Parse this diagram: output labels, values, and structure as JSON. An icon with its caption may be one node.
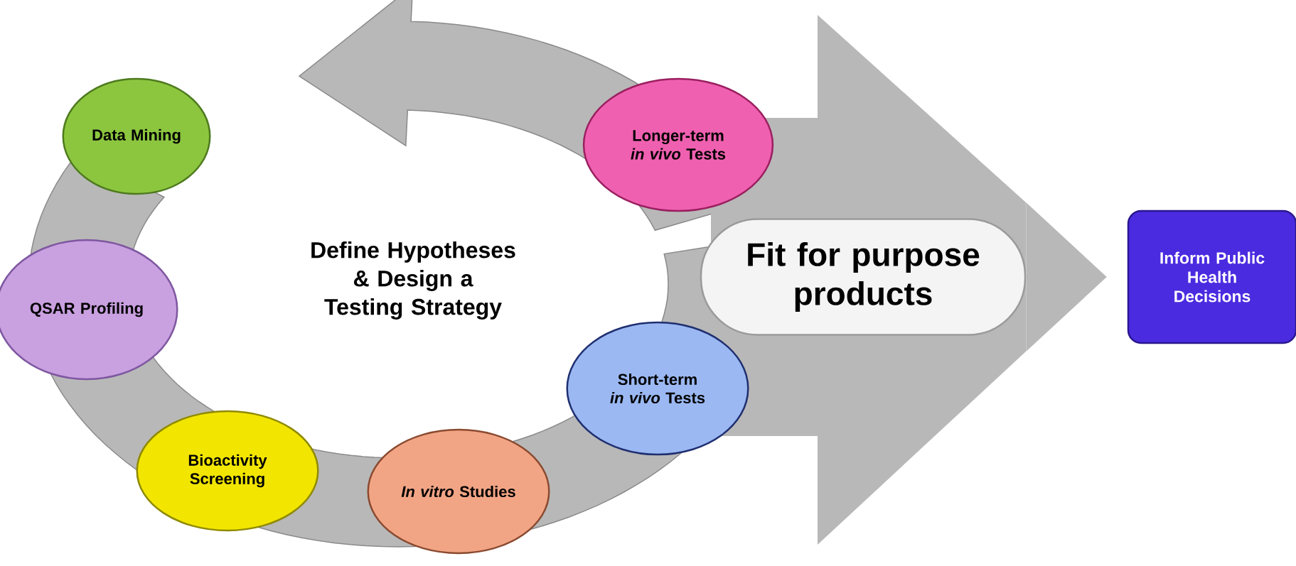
{
  "diagram": {
    "nodes": [
      {
        "text": [
          "Data Mining"
        ]
      },
      {
        "text": [
          "QSAR Profiling"
        ]
      },
      {
        "text": [
          "Bioactivity Screening"
        ]
      },
      {
        "text": [
          "*In vitro* Studies"
        ]
      },
      {
        "text": [
          "Short-term *in vivo* Tests"
        ]
      },
      {
        "text": [
          "Longer-term *in vivo* Tests"
        ]
      },
      {
        "text": [
          "Fit for purpose products"
        ]
      },
      {
        "text": [
          "Inform Public Health Decisions"
        ]
      }
    ],
    "edges": [
      {
        "from": 6,
        "to": 7,
        "arrow": "to",
        "style": "thick"
      }
    ],
    "labels": [
      "Define Hypotheses & Design a Testing Strategy"
    ]
  }
}
